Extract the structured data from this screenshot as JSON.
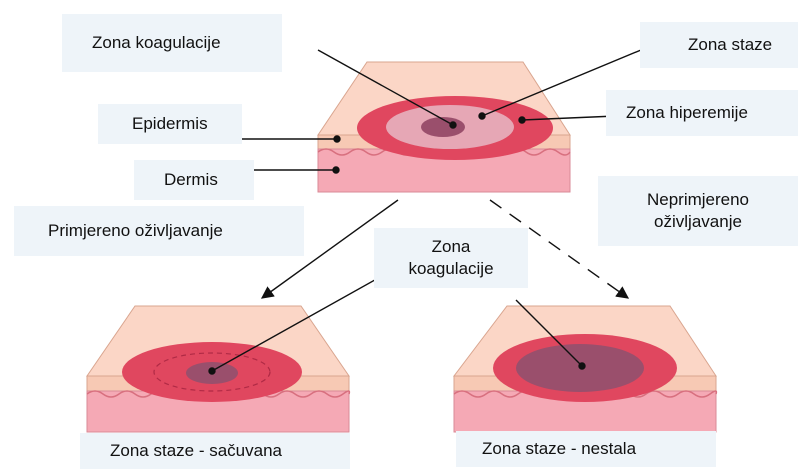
{
  "labels": {
    "zona_koagulacije_top": "Zona koagulacije",
    "zona_staze": "Zona staze",
    "epidermis": "Epidermis",
    "zona_hiperemije": "Zona hiperemije",
    "dermis": "Dermis",
    "neprimjereno_l1": "Neprimjereno",
    "neprimjereno_l2": "oživljavanje",
    "primjereno": "Primjereno oživljavanje",
    "zona_koagulacije_mid_l1": "Zona",
    "zona_koagulacije_mid_l2": "koagulacije",
    "sacuvana": "Zona staze - sačuvana",
    "nestala": "Zona staze - nestala"
  },
  "colors": {
    "skin_top": "#fbd6c6",
    "epidermis_side": "#f7c9b4",
    "dermis": "#f5a9b5",
    "hyperemia": "#e0475f",
    "stasis": "#e6a7b5",
    "coagulation": "#9a4f6c",
    "label_bg": "#eef4f9"
  }
}
